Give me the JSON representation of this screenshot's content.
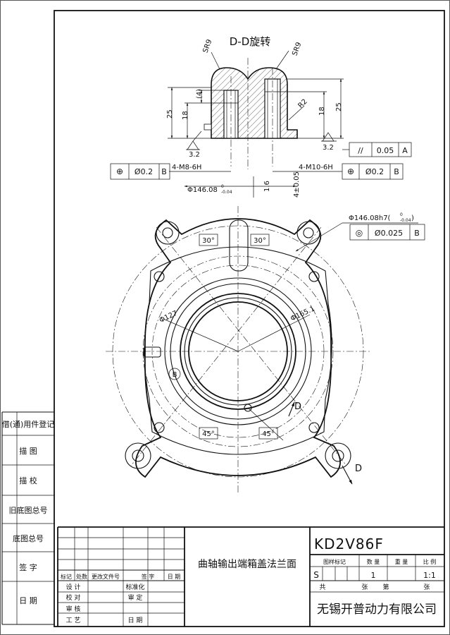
{
  "section": {
    "title": "D-D旋转",
    "sr_left": "SR9",
    "sr_right": "SR9",
    "r2": "R2",
    "dim_25_left": "25",
    "dim_18_left": "18",
    "dim_4_left": "(4)",
    "dim_18_right": "18",
    "dim_25_right": "25",
    "rough_left": "3.2",
    "rough_right": "3.2",
    "thread_left": "4-M8-6H",
    "thread_right": "4-M10-6H",
    "dia_146": "Φ146.08",
    "dia_146_tol_up": "0",
    "dia_146_tol_low": "-0.04",
    "dim_1_6": "1.6",
    "dim_4_005": "4±0.05",
    "tol_parallel": {
      "symbol": "//",
      "value": "0.05",
      "datum": "A"
    },
    "tol_pos_left": {
      "symbol": "⊕",
      "value": "Ø0.2",
      "datum": "B"
    },
    "tol_pos_right": {
      "symbol": "⊕",
      "value": "Ø0.2",
      "datum": "B"
    }
  },
  "plan": {
    "dia_146_h7": "Φ146.08h7(",
    "dia_146_h7_up": "0",
    "dia_146_h7_low": "-0.04",
    "dia_146_h7_close": ")",
    "tol_conc": {
      "symbol": "◎",
      "value": "Ø0.025",
      "datum": "B"
    },
    "angle_top_left": "30°",
    "angle_top_right": "30°",
    "angle_bottom_left": "45°",
    "angle_bottom_right": "45°",
    "dia_127": "Φ127",
    "dia_165": "Φ165.1",
    "datum_b": "B",
    "section_mark_1": "D",
    "section_mark_2": "D"
  },
  "left_strip": [
    "借(通)用件登记",
    "描  图",
    "描  校",
    "旧底图总号",
    "底图总号",
    "签  字",
    "日  期"
  ],
  "title_block": {
    "part_name": "曲轴输出端箱盖法兰面",
    "drawing_no": "KD2V86F",
    "rev_headers": [
      "标记",
      "处数",
      "更改文件号",
      "签 字",
      "日 期"
    ],
    "sign_rows_left": [
      "设 计",
      "校 对",
      "审 核",
      "工 艺"
    ],
    "sign_rows_mid": [
      "标准化",
      "审 定",
      "",
      "日 期"
    ],
    "info_headers": [
      "图样标记",
      "数 量",
      "重 量",
      "比 例"
    ],
    "stage_mark": "S",
    "quantity": "1",
    "weight": "",
    "scale": "1:1",
    "sheet_total_label": "共",
    "sheet_total_unit": "张",
    "sheet_no_label": "第",
    "sheet_no_unit": "张",
    "company": "无锡开普动力有限公司"
  }
}
